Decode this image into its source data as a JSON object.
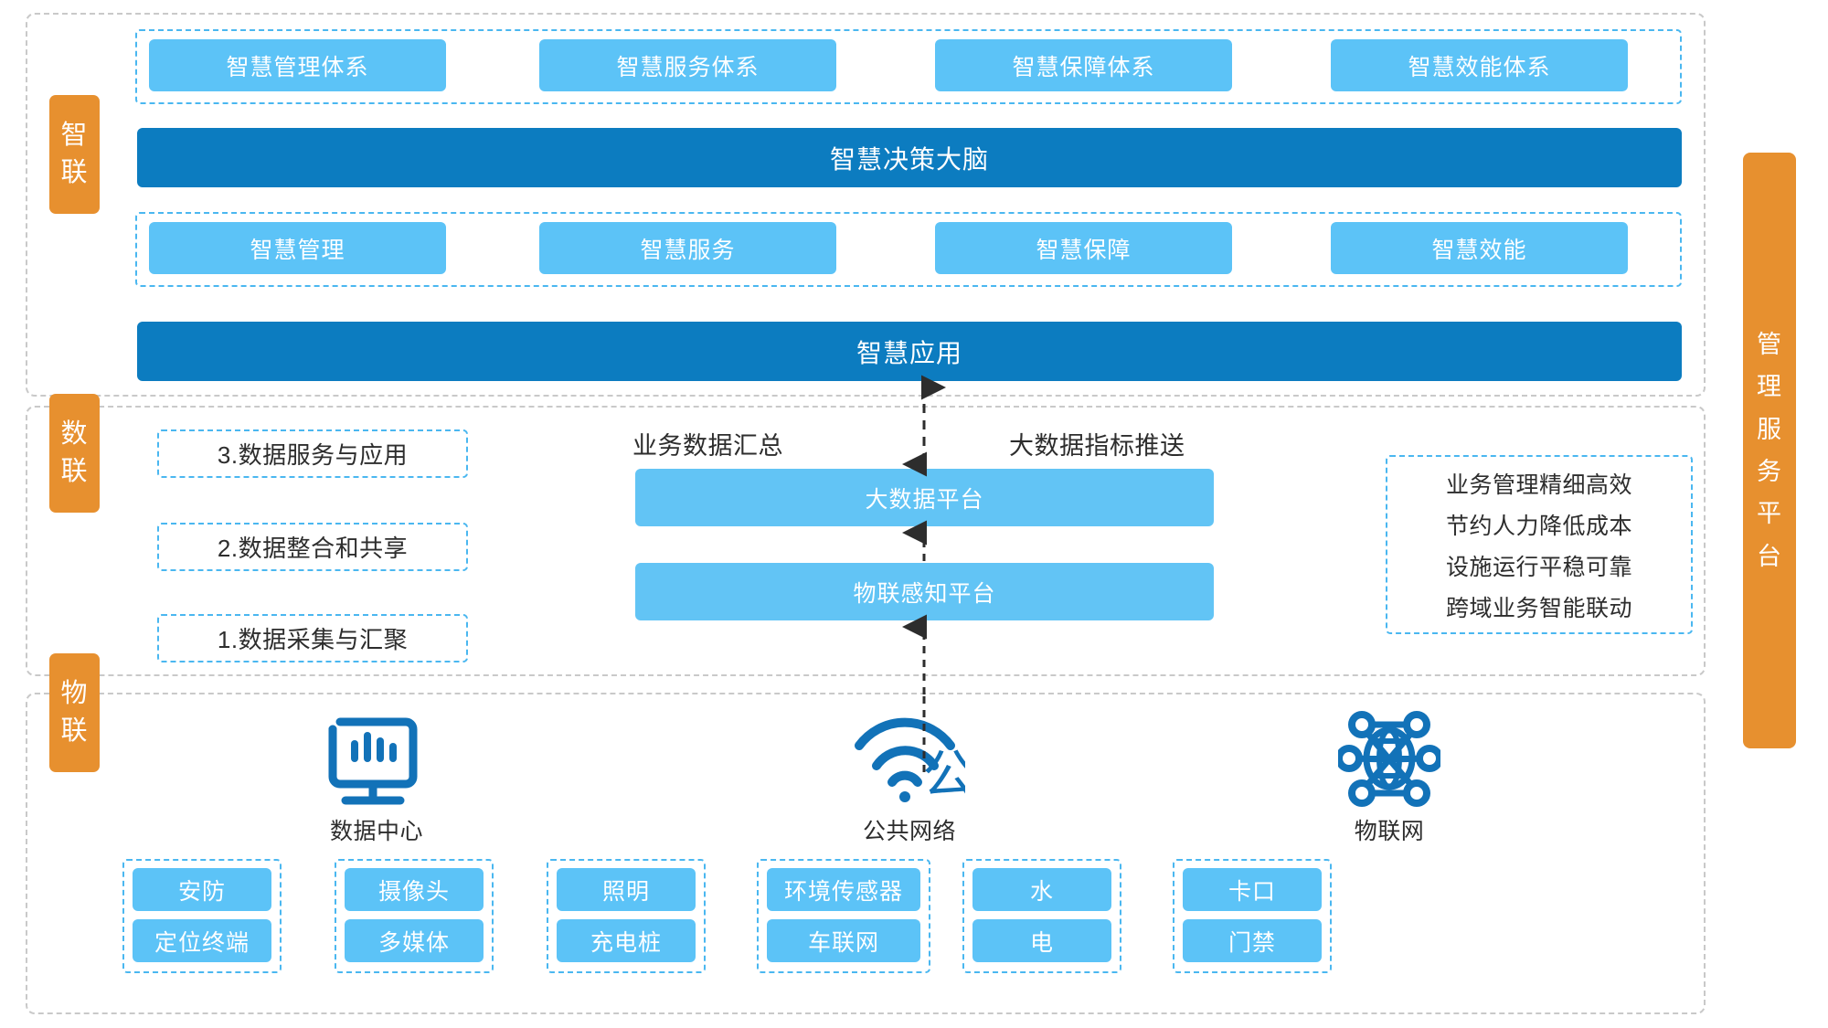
{
  "sections": {
    "smart": {
      "tag": "智联",
      "systems": [
        "智慧管理体系",
        "智慧服务体系",
        "智慧保障体系",
        "智慧效能体系"
      ],
      "brain": "智慧决策大脑",
      "capabilities": [
        "智慧管理",
        "智慧服务",
        "智慧保障",
        "智慧效能"
      ],
      "application": "智慧应用"
    },
    "data": {
      "tag": "数联",
      "steps": [
        "3.数据服务与应用",
        "2.数据整合和共享",
        "1.数据采集与汇聚"
      ],
      "flow_left_caption": "业务数据汇总",
      "flow_right_caption": "大数据指标推送",
      "platforms": [
        "大数据平台",
        "物联感知平台"
      ],
      "benefits": [
        "业务管理精细高效",
        "节约人力降低成本",
        "设施运行平稳可靠",
        "跨域业务智能联动"
      ]
    },
    "iot": {
      "tag": "物联",
      "domains": [
        {
          "icon": "data-center-icon",
          "label": "数据中心"
        },
        {
          "icon": "public-network-wifi-icon",
          "label": "公共网络"
        },
        {
          "icon": "iot-globe-icon",
          "label": "物联网"
        }
      ],
      "device_groups": [
        {
          "items": [
            "安防",
            "定位终端"
          ]
        },
        {
          "items": [
            "摄像头",
            "多媒体"
          ]
        },
        {
          "items": [
            "照明",
            "充电桩"
          ]
        },
        {
          "items": [
            "环境传感器",
            "车联网"
          ]
        },
        {
          "items": [
            "水",
            "电"
          ]
        },
        {
          "items": [
            "卡口",
            "门禁"
          ]
        }
      ]
    }
  },
  "right_panel": {
    "title": "管理服务平台"
  },
  "colors": {
    "orange": "#e7902f",
    "light_blue": "#5cc3f7",
    "deep_blue": "#0c7cc0",
    "dashed_blue": "#4ab7f0",
    "dashed_gray": "#c9c9c9",
    "icon_blue": "#1272b8"
  }
}
